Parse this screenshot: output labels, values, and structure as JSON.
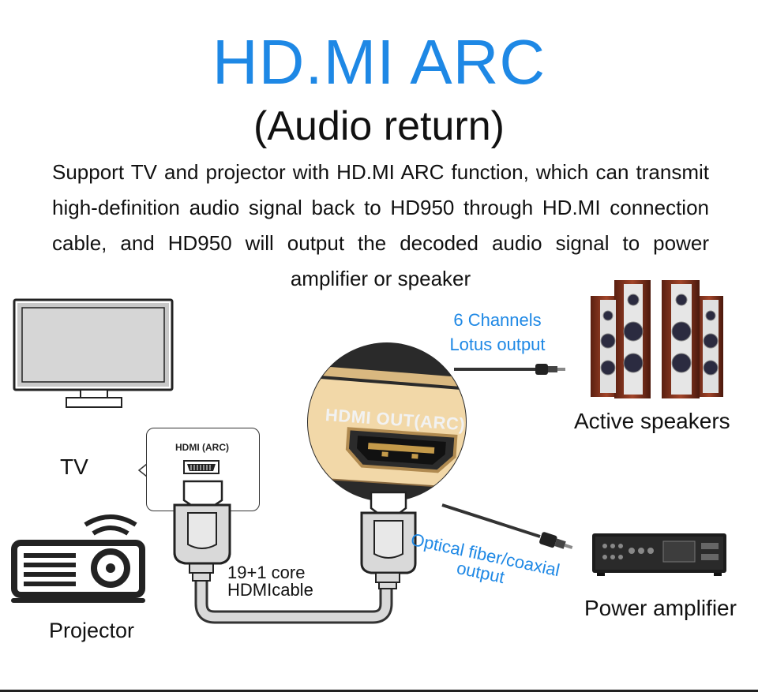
{
  "header": {
    "title": "HD.MI ARC",
    "subtitle": "(Audio return)",
    "description": "Support TV and projector with HD.MI ARC function, which can transmit high-definition audio signal back to HD950 through HD.MI connection cable, and HD950 will output the decoded audio signal to power amplifier or speaker"
  },
  "devices": {
    "tv_label": "TV",
    "projector_label": "Projector",
    "speakers_label": "Active speakers",
    "amplifier_label": "Power amplifier"
  },
  "connections": {
    "callout_port_label": "HDMI (ARC)",
    "port_label": "HDMI OUT(ARC)",
    "cable_line1": "19+1 core",
    "cable_line2": "HDMIcable",
    "channels_line1": "6 Channels",
    "channels_line2": "Lotus output",
    "optical_line1": "Optical fiber/coaxial",
    "optical_line2": "output"
  },
  "colors": {
    "title_blue": "#1e88e5",
    "port_panel_gold": "#f5deb0",
    "port_panel_dark": "#2a2a2a"
  }
}
